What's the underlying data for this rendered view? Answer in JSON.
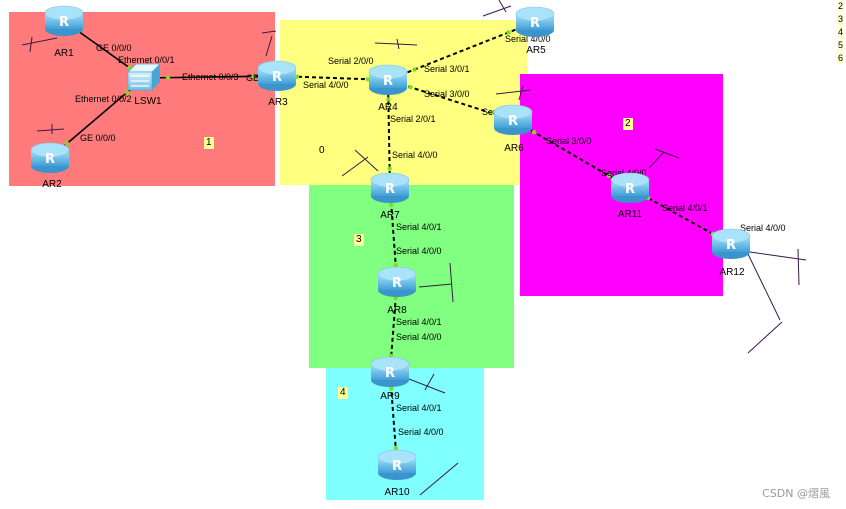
{
  "colors": {
    "area_1": "#ff7b7b",
    "area_0": "#ffff80",
    "area_2": "#ff00ff",
    "area_3": "#80ff80",
    "area_4": "#80ffff",
    "serial_link": "#000000",
    "ethernet_link": "#000000",
    "port_dot": "#7ddc1f",
    "router_body": "#5bb8e6",
    "router_top": "#a9e3fa",
    "router_text": "#ffffff",
    "stub": "#3a1a4a"
  },
  "areas": [
    {
      "id": "area-1",
      "label": "1",
      "color_key": "area_1"
    },
    {
      "id": "area-0",
      "label": "0",
      "color_key": "area_0"
    },
    {
      "id": "area-2",
      "label": "2",
      "color_key": "area_2"
    },
    {
      "id": "area-3",
      "label": "3",
      "color_key": "area_3"
    },
    {
      "id": "area-4",
      "label": "4",
      "color_key": "area_4"
    }
  ],
  "devices": [
    {
      "id": "AR1",
      "type": "router",
      "label": "AR1"
    },
    {
      "id": "AR2",
      "type": "router",
      "label": "AR2"
    },
    {
      "id": "LSW1",
      "type": "switch",
      "label": "LSW1"
    },
    {
      "id": "AR3",
      "type": "router",
      "label": "AR3"
    },
    {
      "id": "AR4",
      "type": "router",
      "label": "AR4"
    },
    {
      "id": "AR5",
      "type": "router",
      "label": "AR5"
    },
    {
      "id": "AR6",
      "type": "router",
      "label": "AR6"
    },
    {
      "id": "AR7",
      "type": "router",
      "label": "AR7"
    },
    {
      "id": "AR8",
      "type": "router",
      "label": "AR8"
    },
    {
      "id": "AR9",
      "type": "router",
      "label": "AR9"
    },
    {
      "id": "AR10",
      "type": "router",
      "label": "AR10"
    },
    {
      "id": "AR11",
      "type": "router",
      "label": "AR11"
    },
    {
      "id": "AR12",
      "type": "router",
      "label": "AR12"
    }
  ],
  "links": [
    {
      "from": "AR1",
      "to": "LSW1",
      "style": "solid",
      "ports": [
        "GE 0/0/0",
        "Ethernet 0/0/1"
      ]
    },
    {
      "from": "AR2",
      "to": "LSW1",
      "style": "solid",
      "ports": [
        "GE 0/0/0",
        "Ethernet 0/0/2"
      ]
    },
    {
      "from": "LSW1",
      "to": "AR3",
      "style": "solid",
      "ports": [
        "Ethernet 0/0/3",
        "GE 0/0/0"
      ]
    },
    {
      "from": "AR3",
      "to": "AR4",
      "style": "dashed",
      "ports": [
        "Serial 4/0/0",
        "Serial 2/0/0"
      ]
    },
    {
      "from": "AR4",
      "to": "AR5",
      "style": "dashed",
      "ports": [
        "Serial 3/0/1",
        "Serial 4/0/0"
      ]
    },
    {
      "from": "AR4",
      "to": "AR6",
      "style": "dashed",
      "ports": [
        "Serial 3/0/0",
        "Serial 4/0/0"
      ]
    },
    {
      "from": "AR4",
      "to": "AR7",
      "style": "dashed",
      "ports": [
        "Serial 2/0/1",
        "Serial 4/0/0"
      ]
    },
    {
      "from": "AR6",
      "to": "AR11",
      "style": "dashed",
      "ports": [
        "Serial 3/0/0",
        "Serial 4/0/0"
      ]
    },
    {
      "from": "AR11",
      "to": "AR12",
      "style": "dashed",
      "ports": [
        "Serial 4/0/1",
        "Serial 4/0/0"
      ]
    },
    {
      "from": "AR7",
      "to": "AR8",
      "style": "dashed",
      "ports": [
        "Serial 4/0/1",
        "Serial 4/0/0"
      ]
    },
    {
      "from": "AR8",
      "to": "AR9",
      "style": "dashed",
      "ports": [
        "Serial 4/0/1",
        "Serial 4/0/0"
      ]
    },
    {
      "from": "AR9",
      "to": "AR10",
      "style": "dashed",
      "ports": [
        "Serial 4/0/1",
        "Serial 4/0/0"
      ]
    }
  ],
  "side_numbers": [
    "2",
    "3",
    "4",
    "5",
    "6"
  ],
  "watermark": "CSDN @熠風"
}
